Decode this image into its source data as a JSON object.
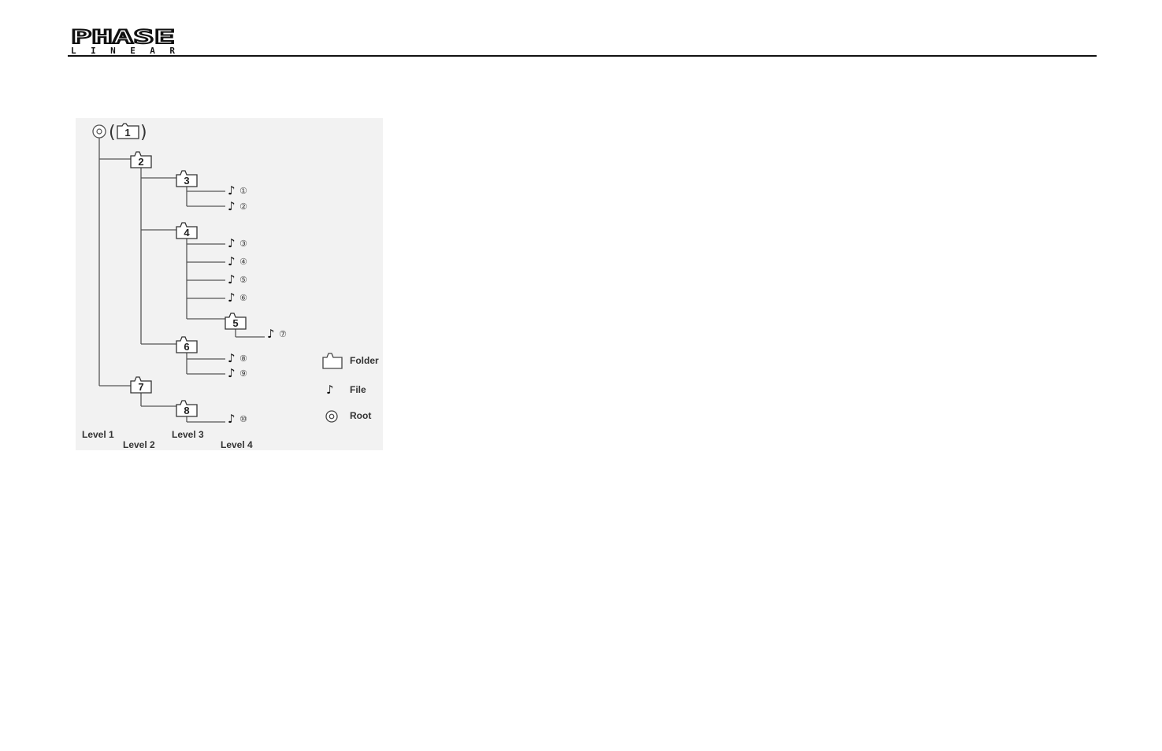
{
  "header": {
    "logo_text_top": "PHASE",
    "logo_text_bottom": "LINEAR"
  },
  "tree": {
    "root_folder": "1",
    "folders": [
      "2",
      "3",
      "4",
      "5",
      "6",
      "7",
      "8"
    ],
    "files": [
      "①",
      "②",
      "③",
      "④",
      "⑤",
      "⑥",
      "⑦",
      "⑧",
      "⑨",
      "⑩"
    ],
    "levels": [
      "Level 1",
      "Level 2",
      "Level 3",
      "Level 4"
    ]
  },
  "legend": {
    "folder": "Folder",
    "file": "File",
    "root": "Root"
  },
  "colors": {
    "line": "#555555",
    "rule": "#111111",
    "diagram_bg": "#f2f2f2"
  }
}
